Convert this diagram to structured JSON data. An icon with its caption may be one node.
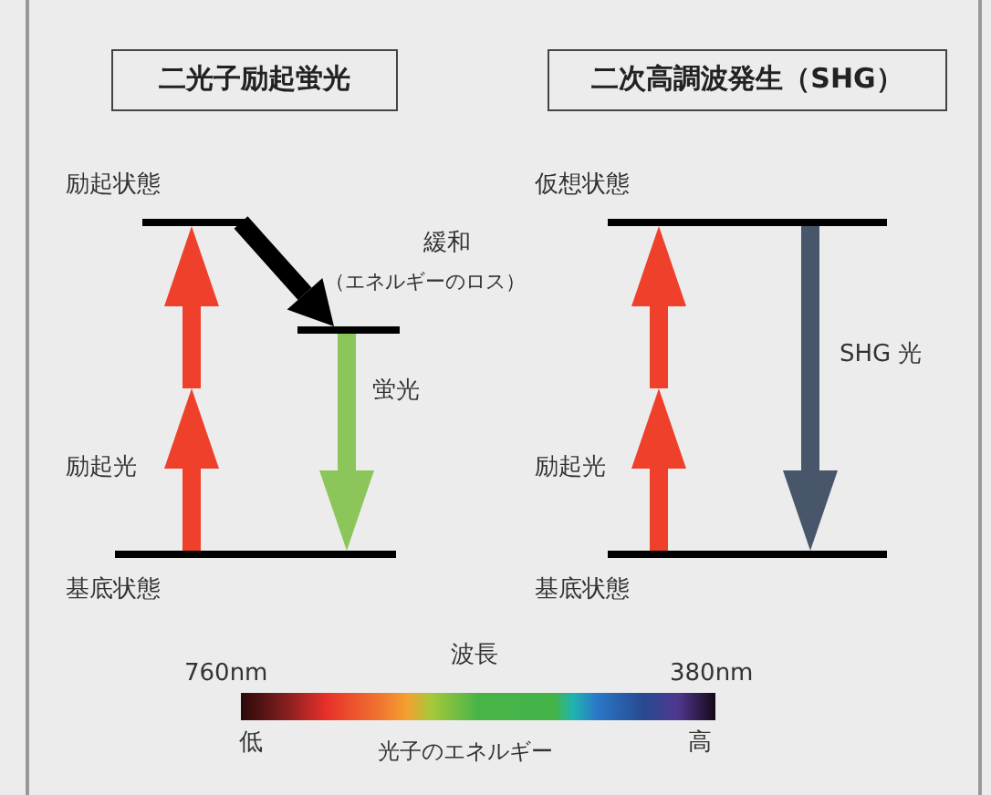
{
  "diagram": {
    "nodes": [
      {
        "text": [
          "二光子励起蛍光"
        ]
      },
      {
        "text": [
          "二次高調波発生（SHG）"
        ]
      },
      {
        "text": [
          "励起状態"
        ]
      },
      {
        "text": [],
        "shape": "bar"
      },
      {
        "text": [
          "基底状態"
        ]
      },
      {
        "text": [
          "仮想状態"
        ]
      },
      {
        "text": [
          "基底状態"
        ]
      }
    ],
    "edges": [
      {
        "from": 4,
        "to": 2,
        "arrow": "to",
        "label": "励起光"
      },
      {
        "from": 2,
        "to": 3,
        "arrow": "to",
        "label": "緩和",
        "color": "#000000"
      },
      {
        "from": 3,
        "to": 4,
        "arrow": "to",
        "label": "蛍光",
        "color": "#8cc65a"
      },
      {
        "from": 6,
        "to": 5,
        "arrow": "to",
        "label": "励起光"
      },
      {
        "from": 5,
        "to": 6,
        "arrow": "to",
        "label": "SHG 光",
        "color": "#48566b"
      }
    ],
    "labels": [
      "（エネルギーのロス）",
      "波長",
      "760nm",
      "380nm",
      "低",
      "光子のエネルギー",
      "高"
    ]
  }
}
